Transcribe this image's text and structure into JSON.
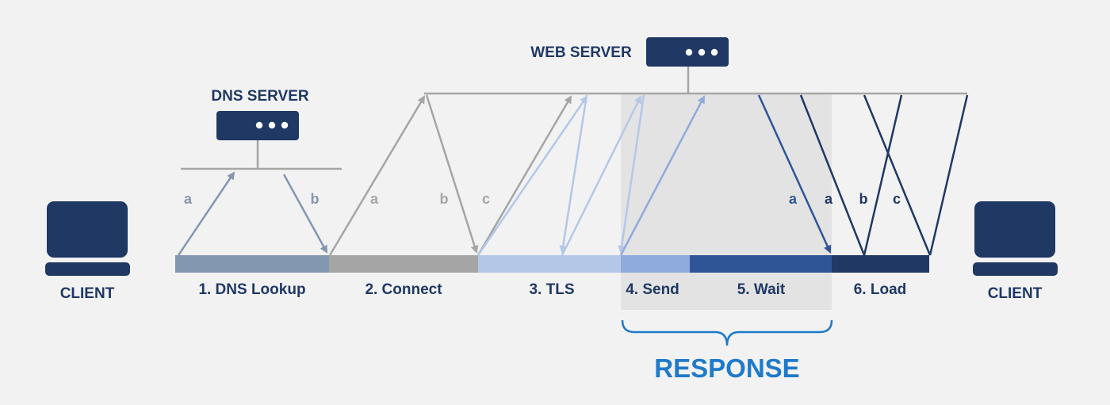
{
  "colors": {
    "background": "#f2f2f2",
    "navy": "#1f3864",
    "dns": "#8497b0",
    "connect": "#a5a5a5",
    "tls": "#b4c7e7",
    "send": "#8faadc",
    "wait": "#2f5597",
    "load": "#1f3864",
    "response_shade": "#e3e3e3",
    "response_accent": "#1f7ac9",
    "server_line": "#a6a6a6"
  },
  "icons": {
    "client": "monitor-icon",
    "server": "server-icon"
  },
  "labels": {
    "client_left": "CLIENT",
    "client_right": "CLIENT",
    "dns_server": "DNS SERVER",
    "web_server": "WEB SERVER",
    "response": "RESPONSE"
  },
  "phases": [
    {
      "id": "dns",
      "label": "1. DNS Lookup"
    },
    {
      "id": "connect",
      "label": "2. Connect"
    },
    {
      "id": "tls",
      "label": "3. TLS"
    },
    {
      "id": "send",
      "label": "4. Send"
    },
    {
      "id": "wait",
      "label": "5. Wait"
    },
    {
      "id": "load",
      "label": "6. Load"
    }
  ],
  "arrow_labels": {
    "dns": [
      "a",
      "b"
    ],
    "connect": [
      "a",
      "b",
      "c"
    ],
    "wait": [
      "a"
    ],
    "load": [
      "a",
      "b",
      "c"
    ]
  }
}
